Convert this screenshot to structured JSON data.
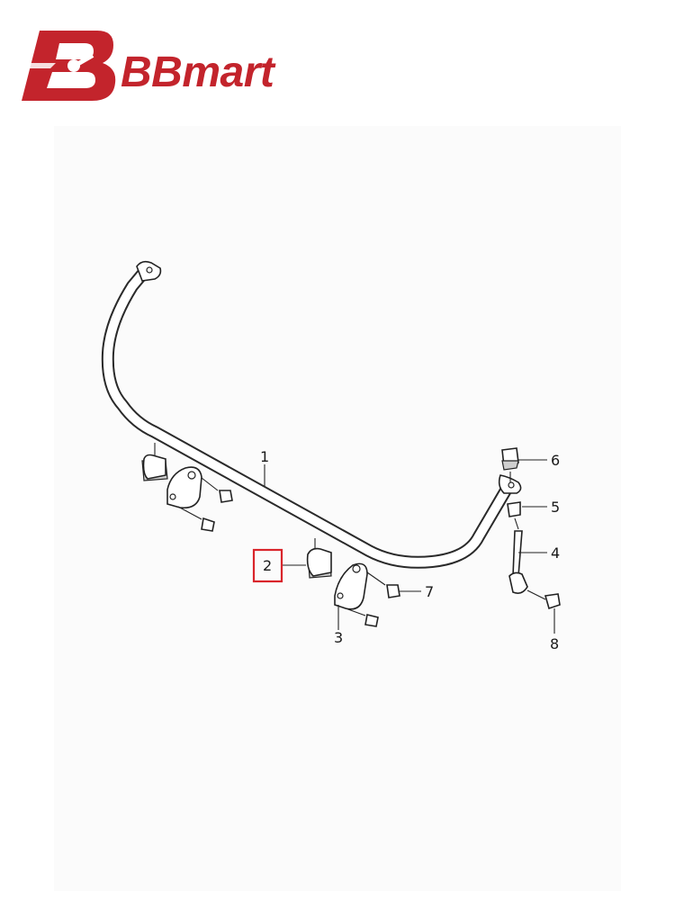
{
  "brand": {
    "name": "BBmart",
    "logo_monogram": "B",
    "accent_color": "#c3242c"
  },
  "callouts": [
    "1",
    "2",
    "3",
    "4",
    "5",
    "6",
    "7",
    "8"
  ],
  "highlighted_callout": "2",
  "highlight_color": "#d9252b"
}
